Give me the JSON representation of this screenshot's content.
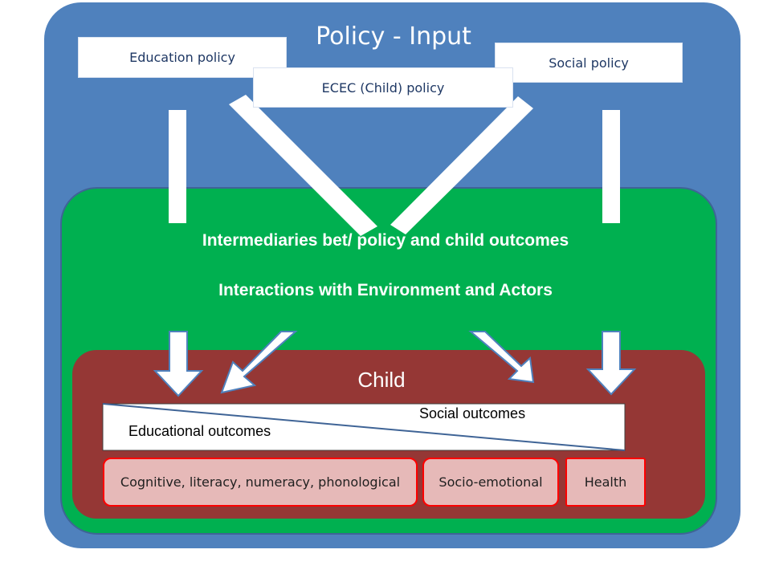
{
  "title": "Policy - Input",
  "policies": {
    "education": "Education policy",
    "ecec": "ECEC (Child) policy",
    "social": "Social policy"
  },
  "intermediaries": {
    "line1": "Intermediaries bet/ policy and child outcomes",
    "line2": "Interactions with Environment and Actors"
  },
  "child": {
    "title": "Child",
    "social_outcomes": "Social outcomes",
    "educational_outcomes": "Educational outcomes",
    "domains": {
      "cognitive": "Cognitive, literacy, numeracy, phonological",
      "socio": "Socio-emotional",
      "health": "Health"
    }
  },
  "colors": {
    "outer": "#4f81bd",
    "middle": "#00b050",
    "inner": "#953735",
    "domain_fill": "#e6b9b8",
    "domain_border": "#ff0000"
  }
}
